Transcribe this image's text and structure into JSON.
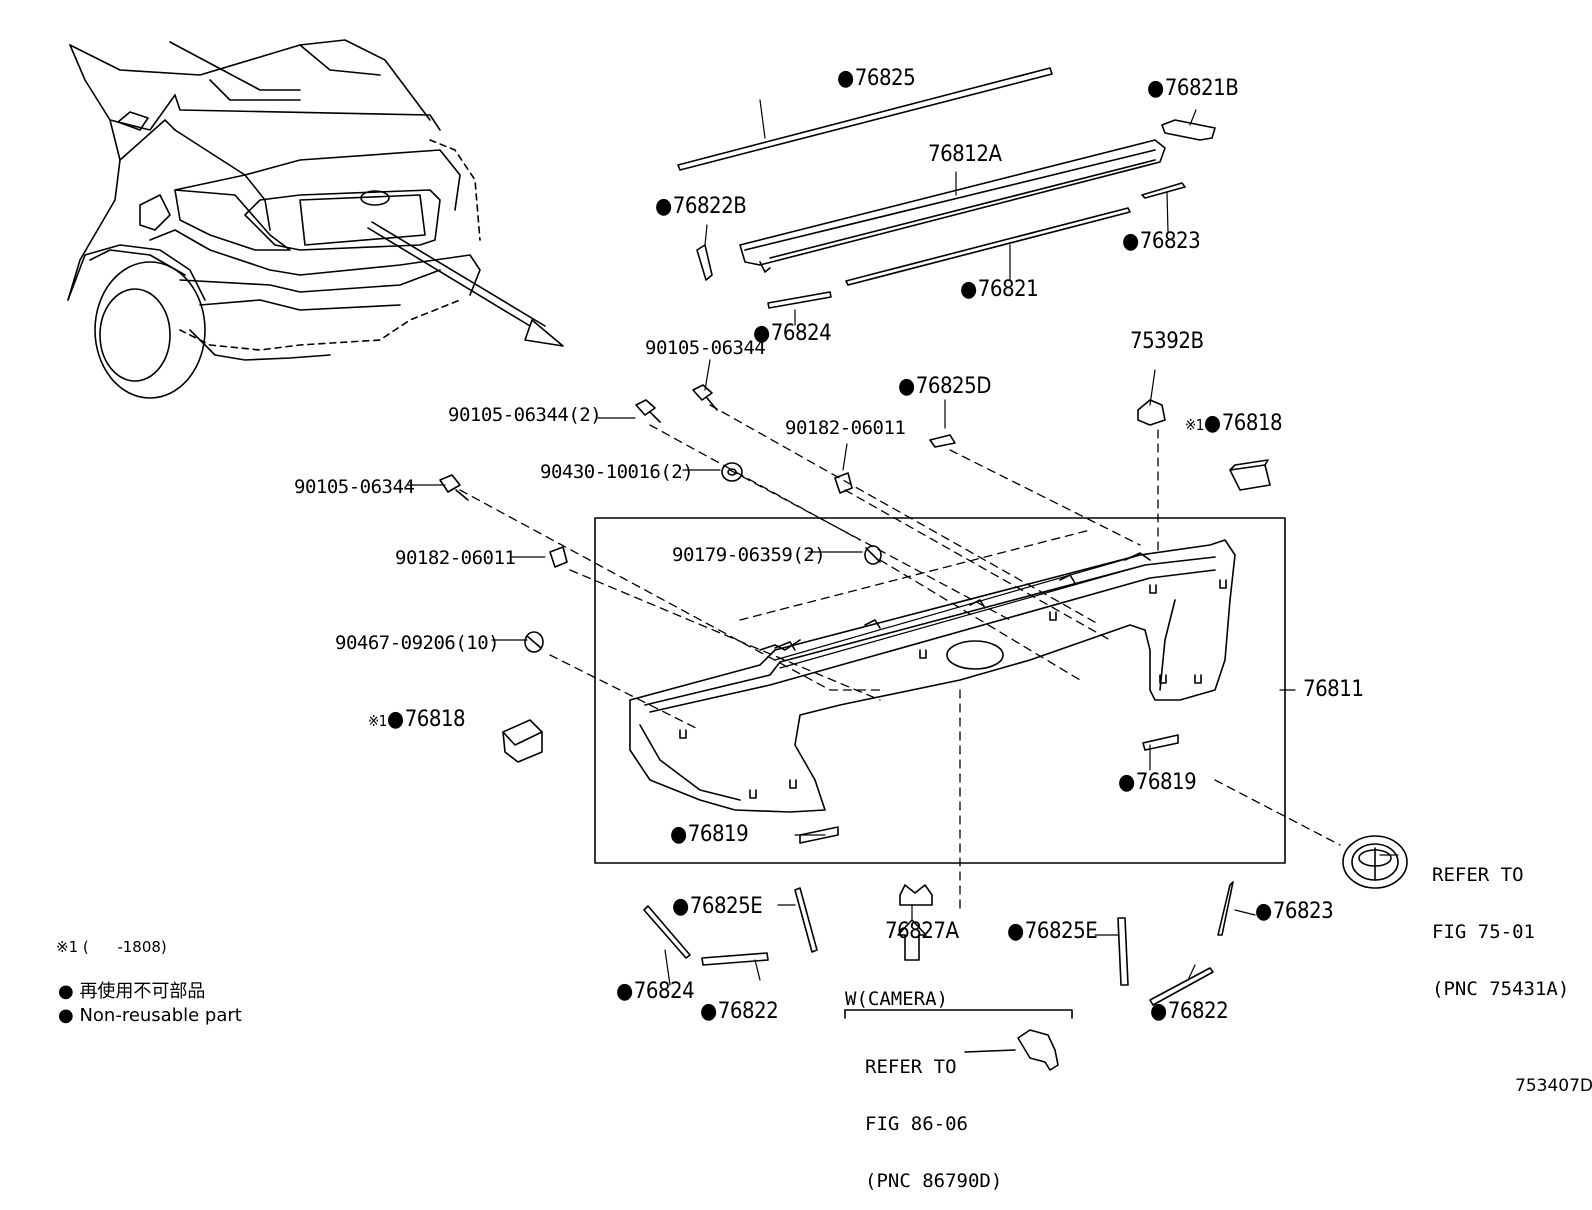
{
  "parts": {
    "p76825": "76825",
    "p76821B": "76821B",
    "p76812A": "76812A",
    "p76822B": "76822B",
    "p76823_top": "76823",
    "p76821": "76821",
    "p76824_top": "76824",
    "p75392B": "75392B",
    "p76825D": "76825D",
    "p76818_right": "76818",
    "p76818_left": "76818",
    "p76811": "76811",
    "p76819_right": "76819",
    "p76819_left": "76819",
    "p76825E_left": "76825E",
    "p76824_bottom": "76824",
    "p76822_left": "76822",
    "p76827A": "76827A",
    "p76825E_right": "76825E",
    "p76822_right": "76822",
    "p76823_bottom": "76823"
  },
  "hardware": {
    "h1": "90105-06344",
    "h2": "90105-06344(2)",
    "h3": "90182-06011",
    "h4": "90430-10016(2)",
    "h5": "90105-06344",
    "h6": "90182-06011",
    "h7": "90179-06359(2)",
    "h8": "90467-09206(10)"
  },
  "marks": {
    "note1_right": "※1",
    "note1_left": "※1"
  },
  "refer_emblem": {
    "line1": "REFER TO",
    "line2": "FIG 75-01",
    "line3": "(PNC 75431A)"
  },
  "refer_camera": {
    "header": "W(CAMERA)",
    "line1": "REFER TO",
    "line2": "FIG 86-06",
    "line3": "(PNC 86790D)"
  },
  "legend": {
    "note": "※1 (      -1808)",
    "jp": "再使用不可部品",
    "en": "Non-reusable part"
  },
  "diagram_code": "753407D"
}
